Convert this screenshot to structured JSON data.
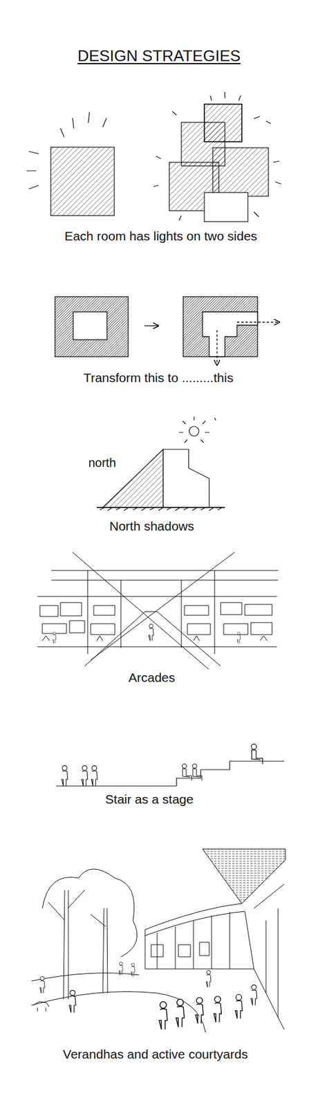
{
  "diagram": {
    "title": "DESIGN STRATEGIES",
    "labels": [
      "Each room has lights on two sides",
      "Transform this to .........this",
      "north",
      "North shadows",
      "Arcades",
      "Stair as a stage",
      "Verandhas and active courtyards"
    ]
  }
}
